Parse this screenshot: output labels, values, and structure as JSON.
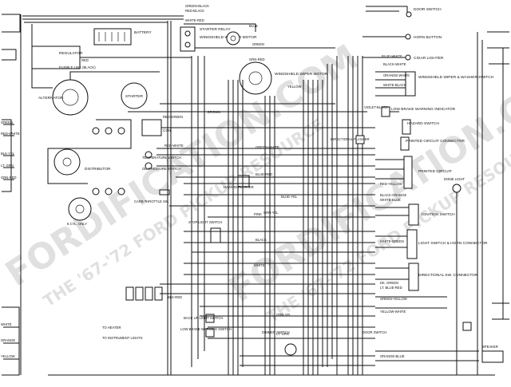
{
  "components": {
    "battery": "BATTERY",
    "starter_relay": "STARTER RELAY",
    "windshield_washer_motor_wire": "WINDSHIELD WASHER MOTOR",
    "regulator": "REGULATOR",
    "fusible_link": "FUSIBLE LINK (BLACK)",
    "alternator": "ALTERNATOR",
    "starter": "STARTER",
    "windshield_wiper_motor": "WINDSHIELD WIPER MOTOR",
    "coil": "COIL",
    "temperature_switch": "TEMPERATURE SWITCH",
    "oil_pressure_switch": "OIL PRESSURE SWITCH",
    "distributor": "DISTRIBUTOR",
    "six_cyl_only": "6 CYL. ONLY",
    "carb_throttle_sw": "CARB THROTTLE SW.",
    "hazard_flasher": "HAZARD FLASHER",
    "stop_light_switch": "STOP LIGHT SWITCH",
    "to_heater": "TO HEATER",
    "to_instrument_lights": "TO INSTRUMENT LIGHTS",
    "backup_light_switch": "BACK UP LIGHT SWITCH",
    "low_brake_warning_switch": "LOW BRAKE WARNING SWITCH",
    "dimmer_switch": "DIMMER SWITCH",
    "door_switch": "DOOR SWITCH",
    "horn_button": "HORN BUTTON",
    "cigar_lighter": "CIGAR LIGHTER",
    "wiper_washer_switch": "WINDSHIELD WIPER & WASHER SWITCH",
    "low_brake_warning_indicator": "LOW BRAKE WARNING INDICATOR",
    "hazard_switch": "HAZARD SWITCH",
    "directional_flasher": "DIRECTIONAL FLASHER",
    "printed_circuit_connector": "PRINTED CIRCUIT CONNECTOR",
    "printed_circuit": "PRINTED CIRCUIT",
    "ignition_switch": "IGNITION SWITCH",
    "light_switch_horn_connector": "LIGHT SWITCH & HORN CONNECTOR",
    "directional_sw_connector": "DIRECTIONAL SW. CONNECTOR",
    "dome_light": "DOME LIGHT",
    "door_switch_bottom": "DOOR SWITCH",
    "speaker": "SPEAKER"
  },
  "wire_labels": [
    "GREEN-BLACK",
    "RED-BLACK",
    "WHITE-RED",
    "BLUE",
    "GREEN",
    "GRN-RED",
    "RED",
    "YELLOW",
    "BLACK-WHITE",
    "ORANGE-WHITE",
    "WHITE-BLACK",
    "RED-GREEN",
    "BROWN",
    "GREEN-WHITE",
    "BLUE-RED",
    "PINK",
    "RED-YELLOW",
    "BLACK",
    "WHITE",
    "GRN-YEL",
    "BLUE-WHITE",
    "VIOLET-BLACK",
    "BLACK-ORANGE",
    "WHITE-BLUE",
    "GREEN-YELLOW",
    "BLUE-YEL",
    "RED-WHITE",
    "LT. BLUE-RED",
    "DK. GREEN",
    "WHITE-GREEN",
    "YELLOW-WHITE",
    "ORANGE-BLUE",
    "BLK-RED",
    "GRN-YEL",
    "LT. GRN"
  ],
  "left_margin_labels": [
    "GREEN",
    "RED-WHITE",
    "BLK-YEL",
    "LT. GRN",
    "GRN-RED",
    "WHITE",
    "ORANGE",
    "YELLOW"
  ],
  "watermark": {
    "primary": "FORDIFICATION.COM",
    "secondary": "THE '67-'72 FORD PICKUP RESOURCE"
  }
}
